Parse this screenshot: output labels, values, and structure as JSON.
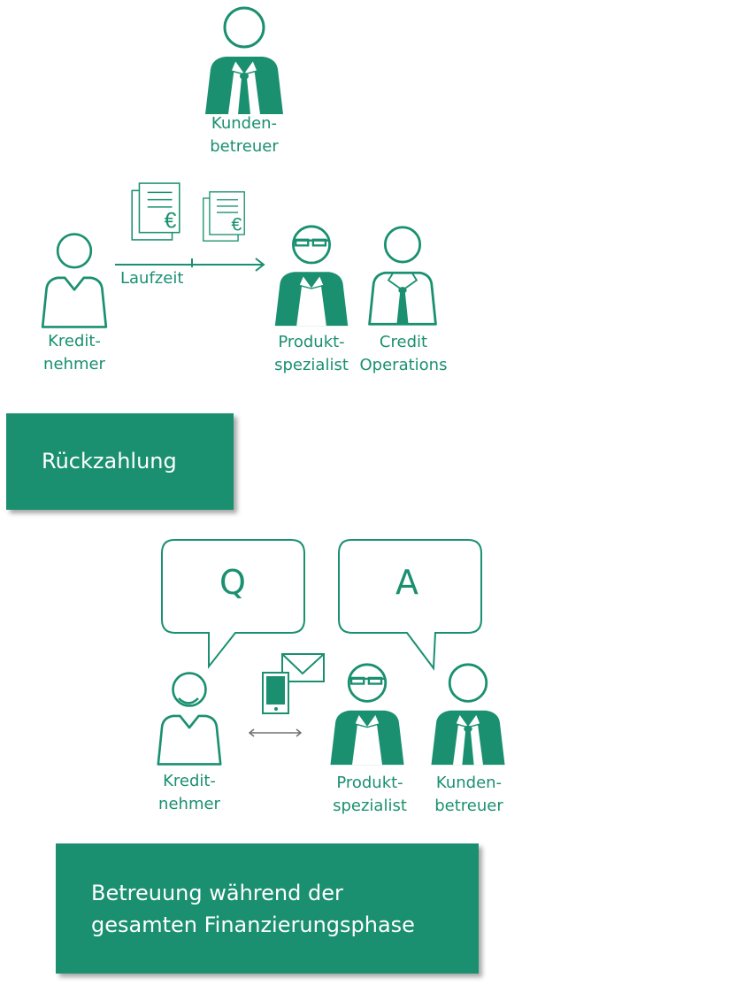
{
  "colors": {
    "primary": "#1a9070",
    "arrow_gray": "#707070"
  },
  "repayment": {
    "advisor": "Kunden-\nbetreuer",
    "borrower": "Kredit-\nnehmer",
    "term_label": "Laufzeit",
    "product_specialist": "Produkt-\nspezialist",
    "credit_operations": "Credit\nOperations",
    "icons": [
      "invoice-euro-icon",
      "invoice-euro-icon"
    ],
    "title": "Rückzahlung"
  },
  "support": {
    "question": "Q",
    "answer": "A",
    "borrower": "Kredit-\nnehmer",
    "product_specialist": "Produkt-\nspezialist",
    "advisor": "Kunden-\nbetreuer",
    "icons": [
      "smartphone-icon",
      "envelope-icon",
      "double-arrow-icon"
    ],
    "title_line1": "Betreuung während der",
    "title_line2": "gesamten Finanzierungsphase"
  }
}
